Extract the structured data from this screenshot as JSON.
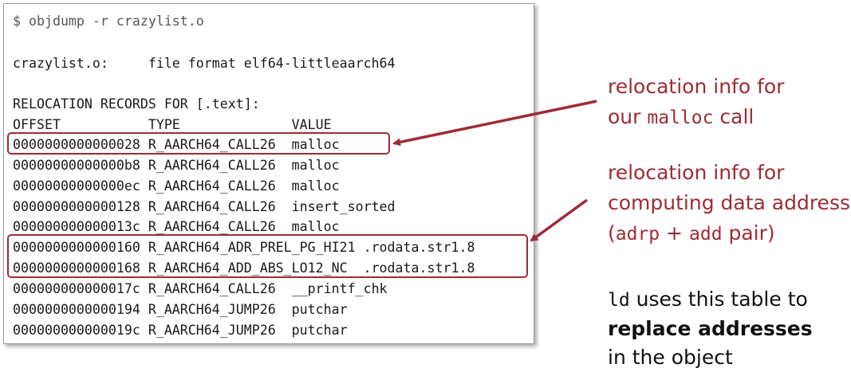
{
  "terminal": {
    "lines": [
      "$ objdump -r crazylist.o",
      "",
      "crazylist.o:     file format elf64-littleaarch64",
      "",
      "RELOCATION RECORDS FOR [.text]:",
      "OFFSET           TYPE              VALUE",
      "0000000000000028 R_AARCH64_CALL26  malloc",
      "00000000000000b8 R_AARCH64_CALL26  malloc",
      "00000000000000ec R_AARCH64_CALL26  malloc",
      "0000000000000128 R_AARCH64_CALL26  insert_sorted",
      "000000000000013c R_AARCH64_CALL26  malloc",
      "0000000000000160 R_AARCH64_ADR_PREL_PG_HI21 .rodata.str1.8",
      "0000000000000168 R_AARCH64_ADD_ABS_LO12_NC  .rodata.str1.8",
      "000000000000017c R_AARCH64_CALL26  __printf_chk",
      "0000000000000194 R_AARCH64_JUMP26  putchar",
      "000000000000019c R_AARCH64_JUMP26  putchar"
    ]
  },
  "annotations": {
    "malloc_note": {
      "line1": "relocation info for",
      "line2_pre": "our ",
      "line2_code": "malloc",
      "line2_post": " call"
    },
    "data_note": {
      "line1": "relocation info for",
      "line2": "computing data address",
      "line3_pre": "(",
      "line3_code1": "adrp",
      "line3_mid": " + ",
      "line3_code2": "add",
      "line3_post": " pair)"
    },
    "ld_note": {
      "code": "ld",
      "line1_post": " uses this table to",
      "line2_bold": "replace addresses",
      "line3": "in the object"
    }
  },
  "colors": {
    "accent": "#9e2b35",
    "text": "#1a1a1a"
  }
}
